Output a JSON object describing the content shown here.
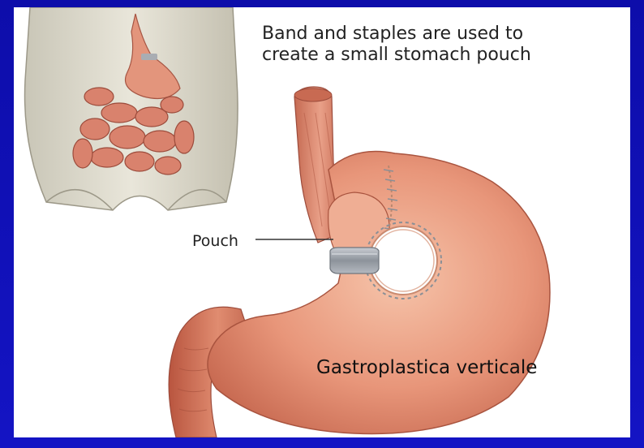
{
  "caption": {
    "line1": "Band and staples are used to",
    "line2": "create a small stomach pouch"
  },
  "labels": {
    "pouch": "Pouch",
    "overlay": "Gastroplastica verticale"
  },
  "colors": {
    "slide_background": "#1414c4",
    "panel_background": "#ffffff",
    "stomach": "#e8967a",
    "band": "#9aa0a8",
    "text": "#222222"
  },
  "icons": {
    "torso": "torso-illustration",
    "stomach": "stomach-illustration",
    "band": "gastric-band-icon",
    "staples": "staple-line-icon"
  }
}
